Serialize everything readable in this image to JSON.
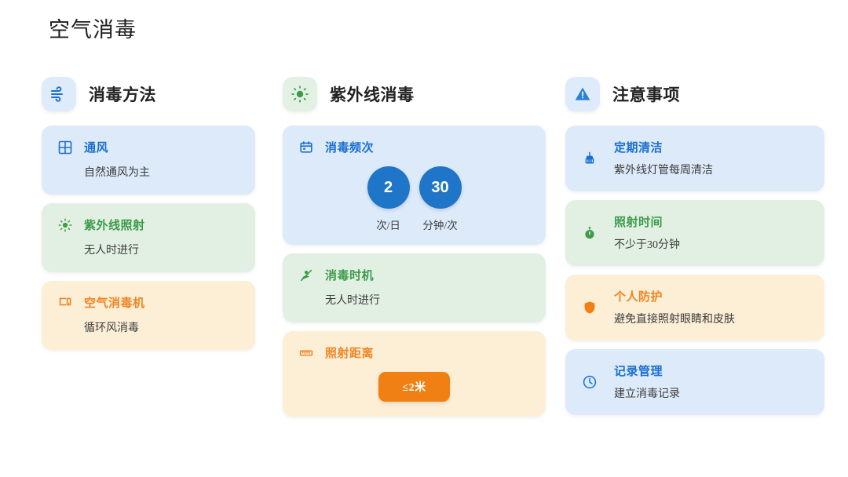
{
  "page": {
    "title": "空气消毒",
    "background": "#ffffff"
  },
  "colors": {
    "blue": "#1b6fd0",
    "green": "#3d9b4a",
    "orange": "#ef8522",
    "circle_fill": "#1f76c8",
    "pill_fill": "#f08013",
    "card_blue_bg": "#dceafa",
    "card_green_bg": "#e2f0e4",
    "card_orange_bg": "#fdeed6"
  },
  "columns": [
    {
      "id": "methods",
      "header": {
        "title": "消毒方法",
        "icon": "wind-icon",
        "icon_box": "blue"
      },
      "cards": [
        {
          "id": "ventilation",
          "tone": "blue",
          "icon": "grid-icon",
          "title": "通风",
          "desc": "自然通风为主"
        },
        {
          "id": "uv-exposure",
          "tone": "green",
          "icon": "sun-icon",
          "title": "紫外线照射",
          "desc": "无人时进行"
        },
        {
          "id": "air-purifier",
          "tone": "orange",
          "icon": "device-icon",
          "title": "空气消毒机",
          "desc": "循环风消毒"
        }
      ]
    },
    {
      "id": "uv",
      "header": {
        "title": "紫外线消毒",
        "icon": "sun-icon",
        "icon_box": "green"
      },
      "frequency_card": {
        "id": "frequency",
        "tone": "blue",
        "icon": "calendar-icon",
        "title": "消毒频次",
        "stats": [
          {
            "value": "2",
            "label": "次/日"
          },
          {
            "value": "30",
            "label": "分钟/次"
          }
        ]
      },
      "cards": [
        {
          "id": "timing",
          "tone": "green",
          "icon": "no-person-icon",
          "title": "消毒时机",
          "desc": "无人时进行"
        }
      ],
      "distance_card": {
        "id": "distance",
        "tone": "orange",
        "icon": "ruler-icon",
        "title": "照射距离",
        "pill": "≤2米"
      }
    },
    {
      "id": "cautions",
      "header": {
        "title": "注意事项",
        "icon": "warning-triangle-icon",
        "icon_box": "blue"
      },
      "cards": [
        {
          "id": "cleaning",
          "tone": "blue",
          "icon": "brush-icon",
          "title": "定期清洁",
          "desc": "紫外线灯管每周清洁"
        },
        {
          "id": "duration",
          "tone": "green",
          "icon": "stopwatch-icon",
          "title": "照射时间",
          "desc": "不少于30分钟"
        },
        {
          "id": "ppe",
          "tone": "orange",
          "icon": "shield-icon",
          "title": "个人防护",
          "desc": "避免直接照射眼睛和皮肤"
        },
        {
          "id": "records",
          "tone": "blue",
          "icon": "clock-icon",
          "title": "记录管理",
          "desc": "建立消毒记录"
        }
      ]
    }
  ]
}
